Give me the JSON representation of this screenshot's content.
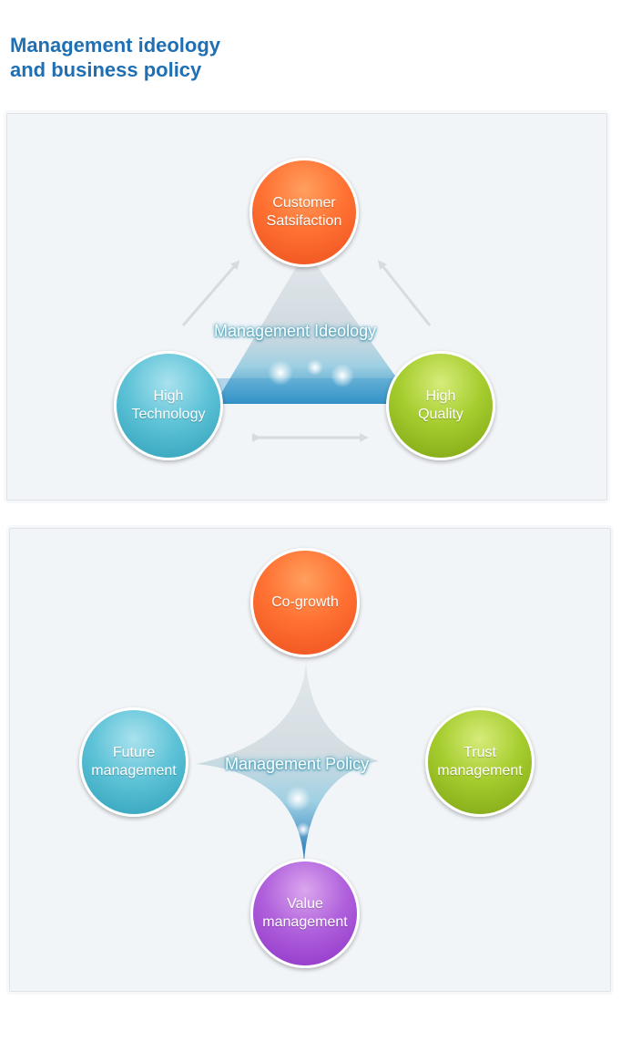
{
  "header": {
    "title_line1": "Management ideology",
    "title_line2": "and business policy"
  },
  "ideology": {
    "center_label": "Management Ideology",
    "top": {
      "line1": "Customer",
      "line2": "Satsifaction"
    },
    "left": {
      "line1": "High",
      "line2": "Technology"
    },
    "right": {
      "line1": "High",
      "line2": "Quality"
    }
  },
  "policy": {
    "center_label": "Management Policy",
    "top": {
      "line1": "Co-growth"
    },
    "left": {
      "line1": "Future",
      "line2": "management"
    },
    "right": {
      "line1": "Trust",
      "line2": "management"
    },
    "bottom": {
      "line1": "Value",
      "line2": "management"
    }
  },
  "colors": {
    "title": "#1f6fb2",
    "orange": "#ff7233",
    "teal": "#5fc3d7",
    "green": "#a6cd2f",
    "purple": "#b061dc",
    "panel_bg": "#f2f5f8"
  }
}
